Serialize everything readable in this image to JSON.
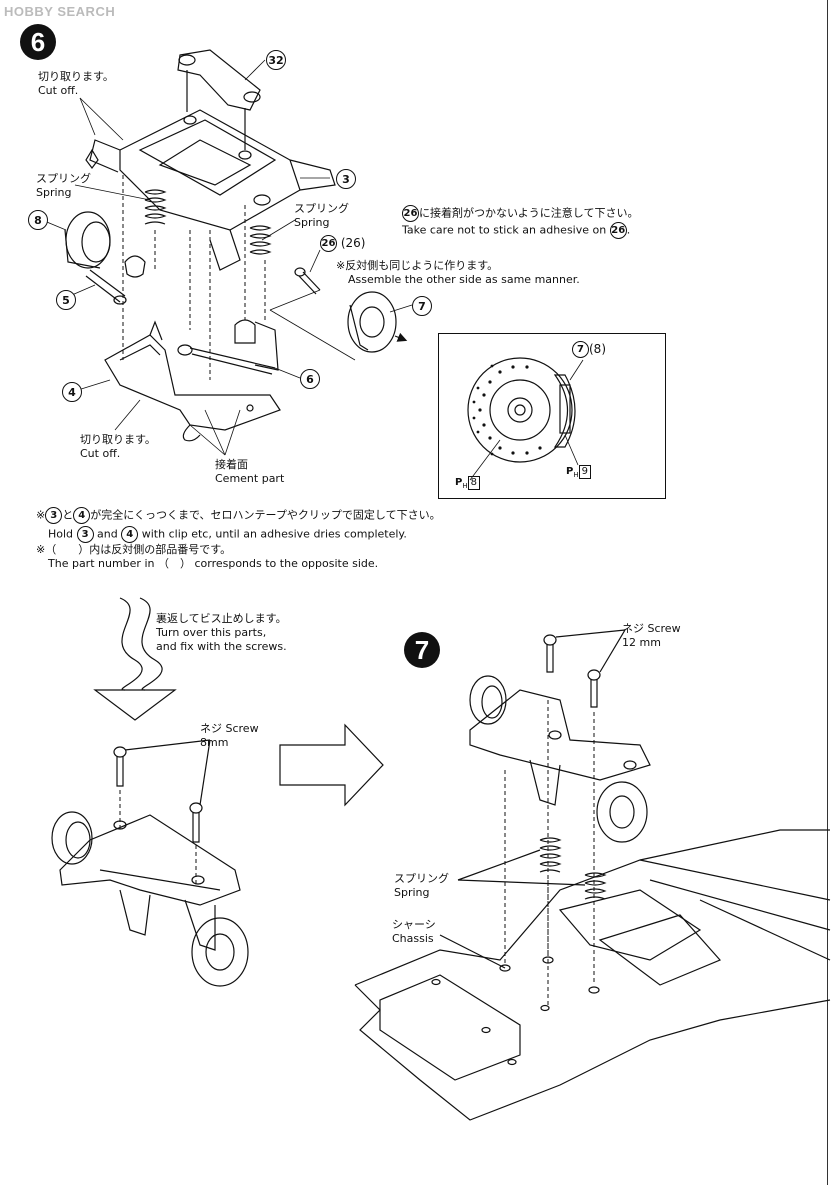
{
  "watermark": "HOBBY SEARCH",
  "step6": {
    "badge": "6",
    "cutoff_top": {
      "jp": "切り取ります。",
      "en": "Cut off."
    },
    "spring_left": {
      "jp": "スプリング",
      "en": "Spring"
    },
    "spring_mid": {
      "jp": "スプリング",
      "en": "Spring"
    },
    "part_32": "32",
    "part_3": "3",
    "part_8": "8",
    "part_5": "5",
    "part_4": "4",
    "part_6": "6",
    "part_26_label": "26",
    "part_26_paren": "(26)",
    "part_7": "7",
    "note_adhesive": {
      "jp_suffix": "に接着剤がつかないように注意して下さい。",
      "en_prefix": "Take care not to stick an adhesive on",
      "part": "26"
    },
    "note_other_side": {
      "jp": "※反対側も同じように作ります。",
      "en": "Assemble the other side as same manner."
    },
    "inset": {
      "callout": "7",
      "callout_paren": "(8)",
      "ph_left": "8",
      "ph_right": "9",
      "ph_prefix": "P"
    },
    "cutoff_bottom": {
      "jp": "切り取ります。",
      "en": "Cut off."
    },
    "cement": {
      "jp": "接着面",
      "en": "Cement part"
    },
    "note_hold": {
      "jp_prefix": "※",
      "part_a": "3",
      "jp_mid": "と",
      "part_b": "4",
      "jp_suffix": "が完全にくっつくまで、セロハンテープやクリップで固定して下さい。",
      "en_prefix": "Hold",
      "en_and": "and",
      "en_suffix": "with clip etc, until an adhesive dries completely."
    },
    "note_paren": {
      "jp": "※（　　）内は反対側の部品番号です。",
      "en": "The part number in （　） corresponds to the opposite side."
    }
  },
  "step7": {
    "badge": "7",
    "turn_over": {
      "jp": "裏返してビス止めします。",
      "en1": "Turn over this parts,",
      "en2": "and fix with the screws."
    },
    "screw_8": {
      "jp": "ネジ Screw",
      "en": "8mm"
    },
    "screw_12": {
      "jp": "ネジ Screw",
      "en": "12 mm"
    },
    "spring": {
      "jp": "スプリング",
      "en": "Spring"
    },
    "chassis": {
      "jp": "シャーシ",
      "en": "Chassis"
    }
  }
}
